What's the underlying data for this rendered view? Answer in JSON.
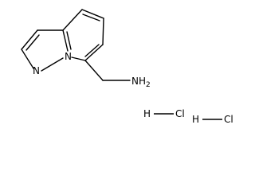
{
  "molecule": {
    "atoms": {
      "n_pyrazole": "N",
      "n_bridge": "N",
      "amine": "NH",
      "amine_subscript": "2"
    },
    "salts": [
      {
        "h": "H",
        "cl": "Cl"
      },
      {
        "h": "H",
        "cl": "Cl"
      }
    ]
  },
  "colors": {
    "ink": "#000000",
    "background": "#ffffff"
  }
}
